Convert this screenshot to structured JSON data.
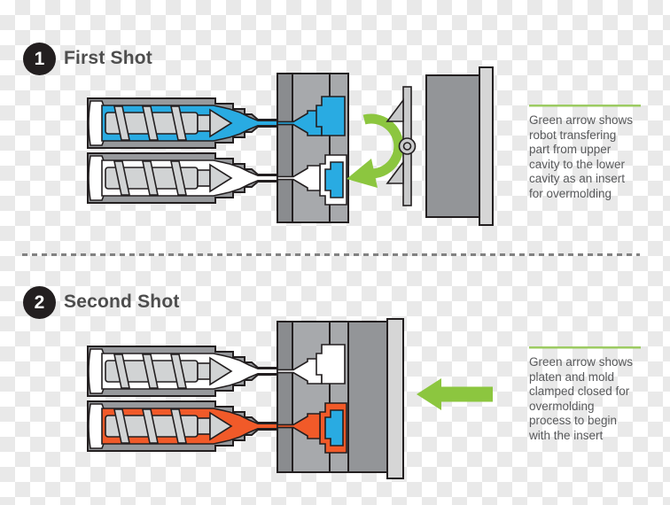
{
  "colors": {
    "blue": "#29ABE2",
    "orange": "#F15A29",
    "white": "#FFFFFF",
    "green": "#8CC63F",
    "rule_green": "#9CCB62"
  },
  "sections": [
    {
      "badge": "1",
      "title": "First Shot",
      "caption": {
        "lines": [
          "Green arrow shows",
          "robot transfering",
          "part from upper",
          "cavity to the lower",
          "cavity as an insert",
          "for overmolding"
        ]
      }
    },
    {
      "badge": "2",
      "title": "Second Shot",
      "caption": {
        "lines": [
          "Green arrow shows",
          "platen and mold",
          "clamped closed for",
          "overmolding",
          "process to begin",
          "with the insert"
        ]
      }
    }
  ]
}
